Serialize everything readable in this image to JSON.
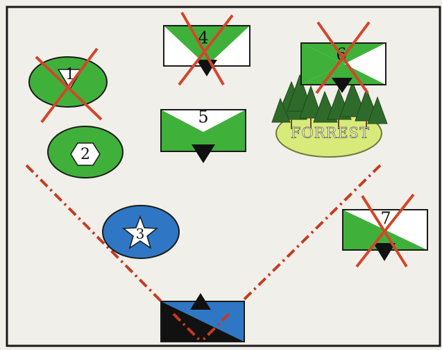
{
  "colors": {
    "page": "#f1efe9",
    "border": "#1a1a1a",
    "green": "#3fb13a",
    "blue": "#2f77c5",
    "black": "#111111",
    "cross": "#d2462c",
    "dash": "#c63a22",
    "forest_ground": "#d8ea7a",
    "tree": "#2e6b2a"
  },
  "units": [
    {
      "id": "1",
      "label": "1",
      "shape": "ellipse",
      "symbol": "inverted-triangle",
      "crossed": true
    },
    {
      "id": "2",
      "label": "2",
      "shape": "ellipse",
      "symbol": "hexagon",
      "crossed": false
    },
    {
      "id": "3",
      "label": "3",
      "shape": "ellipse",
      "symbol": "star",
      "crossed": false
    },
    {
      "id": "4",
      "label": "4",
      "shape": "rectangle",
      "symbol": "downward-triangle",
      "crossed": true
    },
    {
      "id": "5",
      "label": "5",
      "shape": "rectangle",
      "symbol": "downward-triangle",
      "crossed": false
    },
    {
      "id": "6",
      "label": "6",
      "shape": "rectangle",
      "symbol": "downward-triangle",
      "crossed": true
    },
    {
      "id": "7",
      "label": "7",
      "shape": "rectangle",
      "symbol": "downward-triangle",
      "crossed": true
    }
  ],
  "terrain": {
    "label": "FORREST",
    "icon": "tree-icon"
  },
  "home_unit": {
    "symbol": "upward-triangle"
  }
}
